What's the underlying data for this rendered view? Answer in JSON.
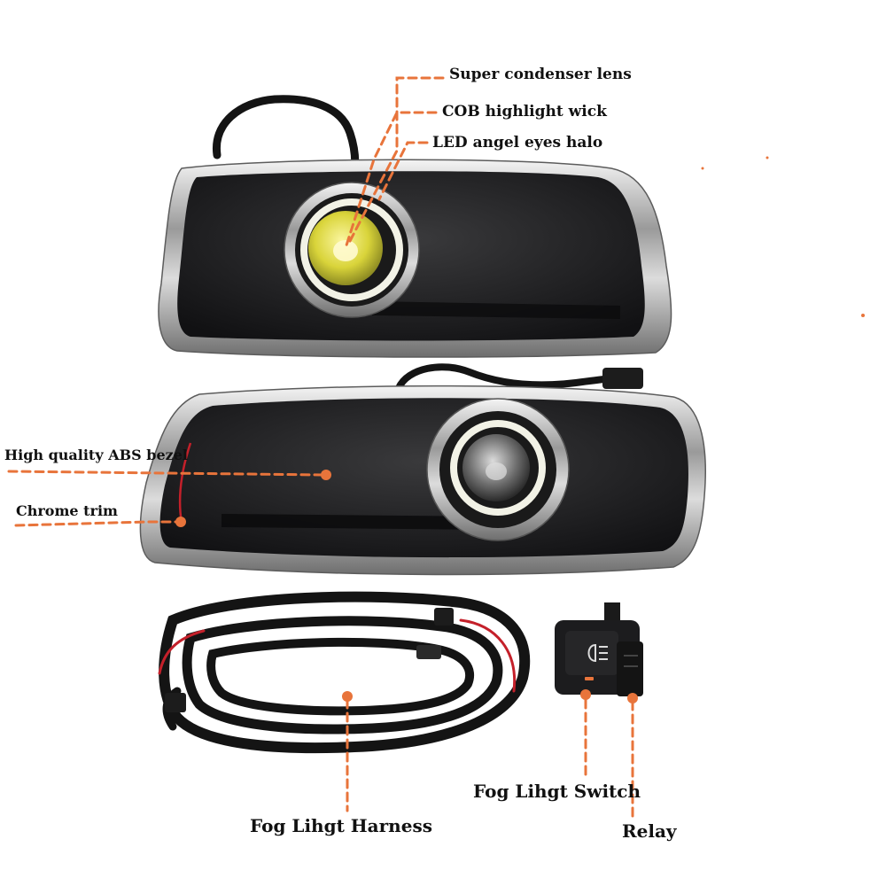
{
  "colors": {
    "callout": "#e8743b",
    "chrome_light": "#e6e6e6",
    "chrome_dark": "#7a7a7a",
    "housing": "#1d1d1f",
    "lens_yellow": "#e6e24a",
    "halo_white": "#f2f2e6",
    "cable": "#141414",
    "wire_red": "#c4202a"
  },
  "labels": {
    "lens": "Super condenser lens",
    "cob": "COB highlight wick",
    "halo": "LED angel eyes halo",
    "bezel": "High quality ABS bezel",
    "chrome": "Chrome trim",
    "harness": "Fog Lihgt Harness",
    "switch": "Fog Lihgt Switch",
    "relay": "Relay"
  },
  "icons": {
    "fog_switch_symbol": "fog-light-icon"
  }
}
